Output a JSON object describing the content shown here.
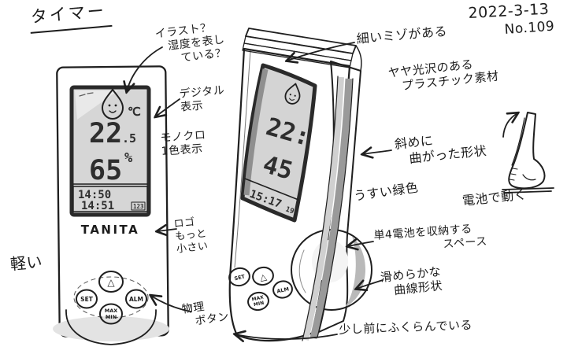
{
  "page": {
    "title": "タイマー",
    "date": "2022-3-13",
    "number": "No.109"
  },
  "left_device": {
    "brand_logo": "TANITA",
    "display": {
      "temperature": "22",
      "temperature_decimal": ".5",
      "temperature_unit": "℃",
      "humidity": "65",
      "humidity_unit": "%",
      "time_top": "14:50",
      "time_bottom": "14:51",
      "date_badge": "123"
    },
    "buttons": {
      "up": "△",
      "set": "SET",
      "alarm": "ALM",
      "max": "MAX",
      "min": "MIN"
    }
  },
  "right_device": {
    "display": {
      "clock_top": "22:",
      "clock_bottom": "45",
      "time": "15:17",
      "seconds": "19"
    },
    "buttons": {
      "set": "SET",
      "up": "△",
      "alarm": "ALM",
      "max": "MAX",
      "min": "MIN"
    }
  },
  "annotations": {
    "illustration": "イラスト？\n　湿度を表し\n　　ている？",
    "digital_display": "デジタル\n表示",
    "monochrome": "モノクロ\n1色表示",
    "logo_smaller": "ロゴ\nもっと\n小さい",
    "physical_buttons": "物理\n　ボタン",
    "lightweight": "軽い",
    "thin_groove": "細いミゾがある",
    "glossy_plastic": "ヤヤ光沢のある\n　プラスチック素材",
    "slanted_shape": "斜めに\n　曲がった形状",
    "pale_green": "うすい緑色",
    "battery_powered": "電池で動く",
    "battery_space": "単4電池を収納する\n　　　　　　スペース",
    "smooth_curve": "滑めらかな\n　曲線形状",
    "bulges_forward": "少し前にふくらんでいる"
  }
}
